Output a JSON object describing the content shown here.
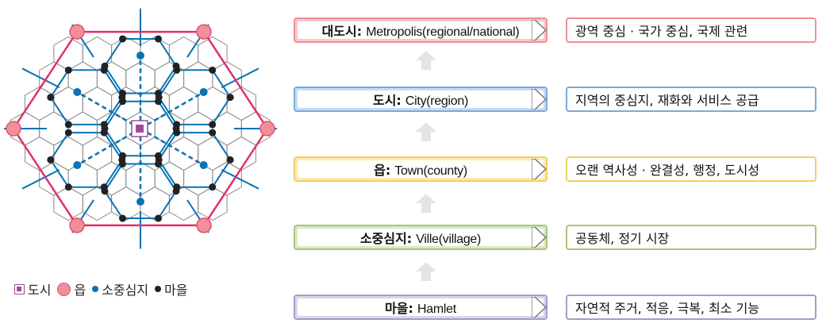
{
  "legend": {
    "city": "도시",
    "town": "읍",
    "center": "소중심지",
    "village": "마을"
  },
  "levels": [
    {
      "ko": "대도시:",
      "en": "Metropolis(regional/national)",
      "desc": "광역 중심 · 국가 중심, 국제 관련",
      "border": "#ef8f97",
      "fill": "#f7c9cb"
    },
    {
      "ko": "도시:",
      "en": "City(region)",
      "desc": "지역의 중심지, 재화와 서비스 공급",
      "border": "#7ea8d9",
      "fill": "#c7dcf2"
    },
    {
      "ko": "읍:",
      "en": "Town(county)",
      "desc": "오랜 역사성 · 완결성, 행정, 도시성",
      "border": "#f2cf63",
      "fill": "#fbeab2"
    },
    {
      "ko": "소중심지:",
      "en": "Ville(village)",
      "desc": "공동체, 정기 시장",
      "border": "#a9c57b",
      "fill": "#dbe9c4"
    },
    {
      "ko": "마을:",
      "en": "Hamlet",
      "desc": "자연적 주거, 적응, 극복, 최소 기능",
      "border": "#a89ac9",
      "fill": "#dcd5ec"
    }
  ],
  "colors": {
    "outer_hex": "#e0306a",
    "town_fill": "#f08f9b",
    "network": "#0a72b5",
    "cell": "#8a8a8a",
    "city": "#a24a98",
    "arrow": "#e4e4e4"
  }
}
